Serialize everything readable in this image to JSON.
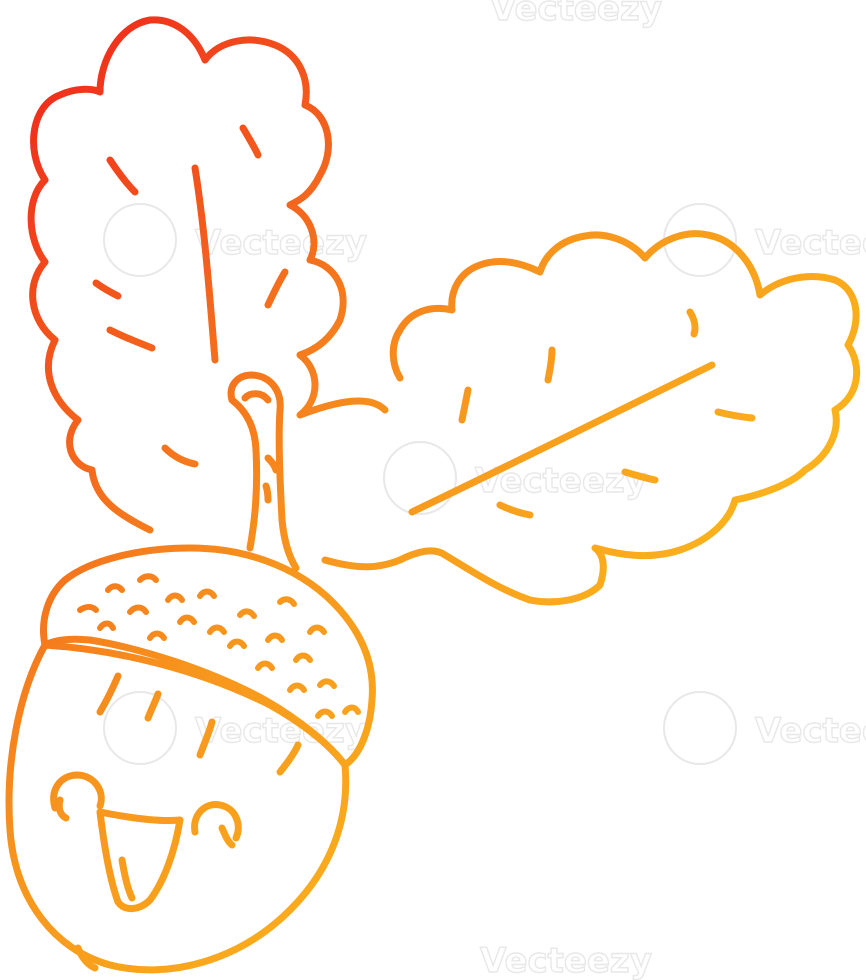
{
  "image": {
    "subject": "acorn-with-oak-leaves",
    "style": "line-drawing",
    "background": "#ffffff"
  },
  "colors": {
    "gradient_start": "#ee1c1c",
    "gradient_mid": "#f7951d",
    "gradient_end": "#ffd41a",
    "watermark": "#e8e8e8"
  },
  "watermark": {
    "text": "Vecteezy"
  }
}
